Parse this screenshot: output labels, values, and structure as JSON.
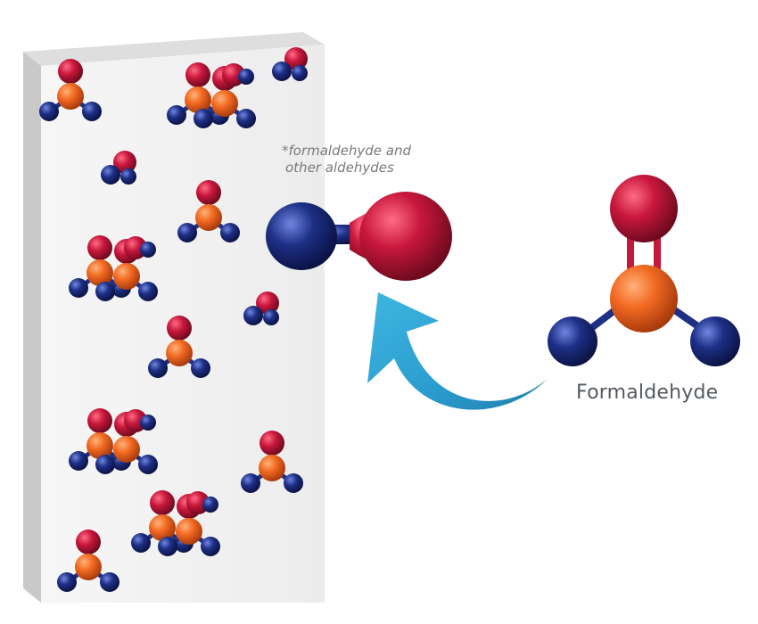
{
  "caption": {
    "line1": "*formaldehyde and",
    "line2": "other aldehydes"
  },
  "molecule_label": "Formaldehyde",
  "colors": {
    "oxygen": "#c8173c",
    "carbon": "#f26a22",
    "hydrogen": "#1e2f86",
    "arrow": "#2ea6d6",
    "panel_face": "#efefef",
    "panel_side": "#cfcfcf",
    "caption_text": "#777a7d",
    "label_text": "#555a60"
  },
  "icons": [
    "board-panel",
    "trapped-molecule-cluster",
    "released-aldehyde-molecule",
    "curved-arrow-icon",
    "formaldehyde-molecule"
  ]
}
